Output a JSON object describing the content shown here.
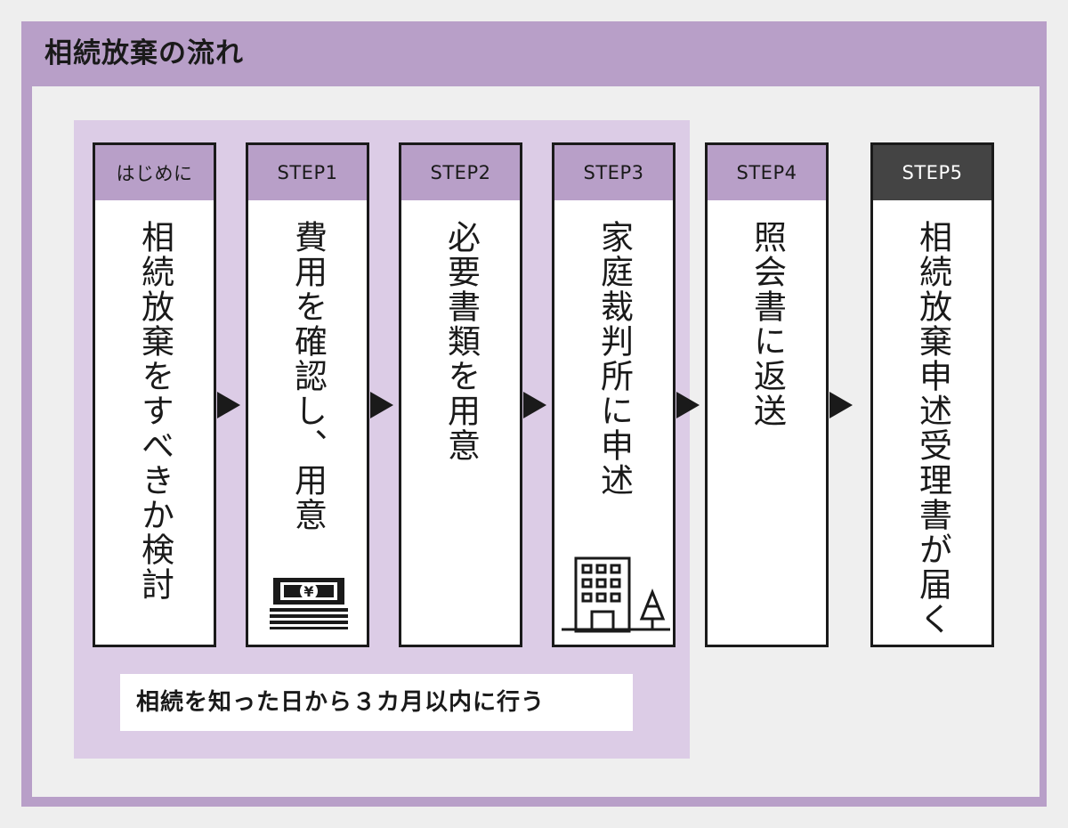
{
  "title": "相続放棄の流れ",
  "steps": [
    {
      "label": "はじめに",
      "text": "相続放棄をすべきか検討"
    },
    {
      "label": "STEP1",
      "text": "費用を確認し、用意"
    },
    {
      "label": "STEP2",
      "text": "必要書類を用意"
    },
    {
      "label": "STEP3",
      "text": "家庭裁判所に申述"
    },
    {
      "label": "STEP4",
      "text": "照会書に返送"
    },
    {
      "label": "STEP5",
      "text": "相続放棄申述受理書が届く"
    }
  ],
  "note": "相続を知った日から３カ月以内に行う",
  "icons": {
    "step1": "yen-banknotes-icon",
    "step3": "court-building-icon"
  },
  "colors": {
    "accent": "#b89fc8",
    "period_bg": "#dccce6",
    "final_step": "#444444",
    "ink": "#1a1a1a"
  }
}
